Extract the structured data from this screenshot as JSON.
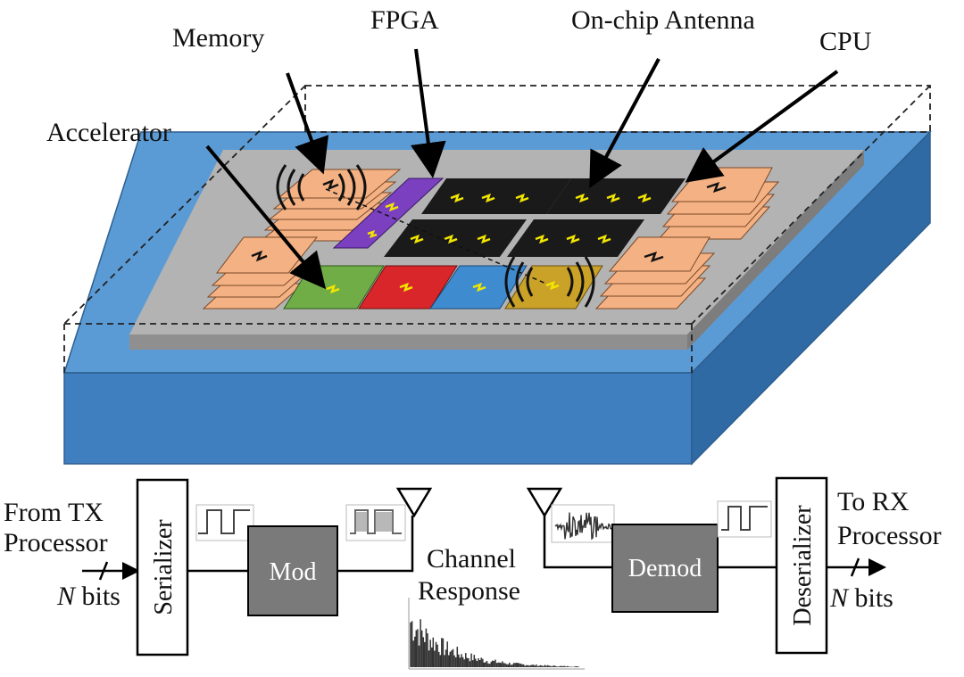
{
  "labels": {
    "memory": "Memory",
    "fpga": "FPGA",
    "antenna": "On-chip Antenna",
    "cpu": "CPU",
    "accelerator": "Accelerator"
  },
  "tx": {
    "source_line1": "From TX",
    "source_line2": "Processor",
    "bits_n": "N",
    "bits_unit": " bits",
    "serializer": "Serializer",
    "modulator": "Mod"
  },
  "channel": {
    "line1": "Channel",
    "line2": "Response"
  },
  "rx": {
    "demodulator": "Demod",
    "deserializer": "Deserializer",
    "sink_line1": "To RX",
    "sink_line2": "Processor",
    "bits_n": "N",
    "bits_unit": " bits"
  },
  "colors": {
    "substrate_top": "#5b9bd5",
    "substrate_side": "#3d7ab8",
    "interposer": "#b0b0b0",
    "memory_die": "#f4b183",
    "fpga_die": "#7b40c0",
    "cpu_die": "#1a1a1a",
    "accelerator_green": "#70ad47",
    "accelerator_red": "#d9262a",
    "accelerator_blue": "#3f8bd0",
    "accelerator_gold": "#c9a227",
    "antenna_mark": "#f2e600",
    "block_fill": "#7a7a7a"
  }
}
